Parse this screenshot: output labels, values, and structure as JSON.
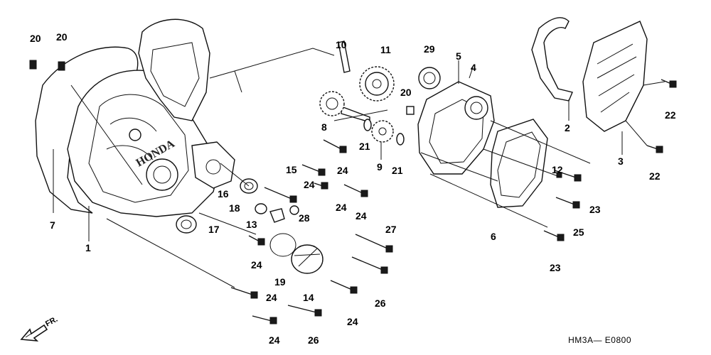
{
  "diagram": {
    "brand_stamp": "HONDA",
    "reference_code": "HM3A— E0800",
    "front_marker": "FR.",
    "callouts": {
      "c1": "1",
      "c2": "2",
      "c3": "3",
      "c4": "4",
      "c5": "5",
      "c6": "6",
      "c7": "7",
      "c8": "8",
      "c9": "9",
      "c10": "10",
      "c11": "11",
      "c12": "12",
      "c13": "13",
      "c14": "14",
      "c15": "15",
      "c16": "16",
      "c17": "17",
      "c18": "18",
      "c19": "19",
      "c20a": "20",
      "c20b": "20",
      "c20c": "20",
      "c21a": "21",
      "c21b": "21",
      "c22a": "22",
      "c22b": "22",
      "c23a": "23",
      "c23b": "23",
      "c24a": "24",
      "c24b": "24",
      "c24c": "24",
      "c24d": "24",
      "c24e": "24",
      "c24f": "24",
      "c24g": "24",
      "c24h": "24",
      "c25": "25",
      "c26a": "26",
      "c26b": "26",
      "c27": "27",
      "c28": "28",
      "c29": "29"
    }
  }
}
